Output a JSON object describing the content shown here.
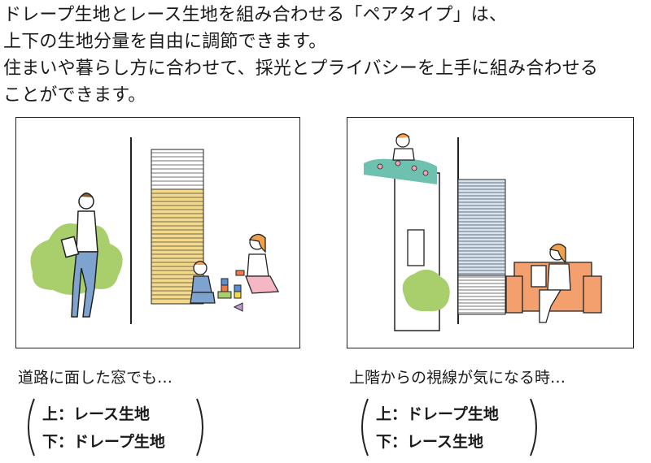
{
  "intro": {
    "lines": [
      "ドレープ生地とレース生地を組み合わせる「ペアタイプ」は、",
      "上下の生地分量を自由に調節できます。",
      "住まいや暮らし方に合わせて、採光とプライバシーを上手に組み合わせる",
      "ことができます。"
    ]
  },
  "examples": [
    {
      "caption": "道路に面した窓でも…",
      "upper": "上：レース生地",
      "lower": "下：ドレープ生地"
    },
    {
      "caption": "上階からの視線が気になる時…",
      "upper": "上：ドレープ生地",
      "lower": "下：レース生地"
    }
  ],
  "colors": {
    "drape_yellow": "#f5d98a",
    "lace_blue": "#d6e4f2",
    "tree_green": "#a8cf6c",
    "sofa_orange": "#f3a06e",
    "line": "#222222"
  }
}
